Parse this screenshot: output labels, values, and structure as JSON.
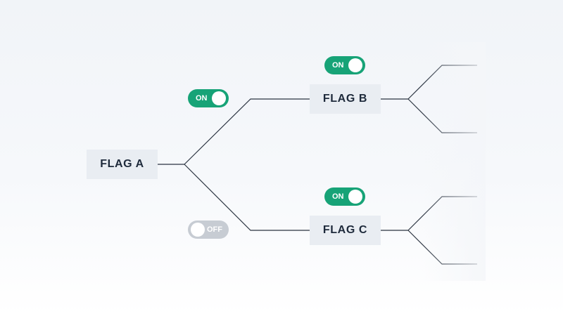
{
  "colors": {
    "toggle_on": "#17a377",
    "toggle_off": "#c7ccd3",
    "node_bg": "#e9edf2",
    "node_text": "#1e2a3b",
    "edge_main": "#2a3340",
    "edge_faint": "#b9c0c8"
  },
  "nodes": {
    "flag_a": "FLAG A",
    "flag_b": "FLAG B",
    "flag_c": "FLAG C"
  },
  "toggles": {
    "flag_a_to_b": {
      "label": "ON",
      "state": "on"
    },
    "flag_a_to_c": {
      "label": "OFF",
      "state": "off"
    },
    "flag_b": {
      "label": "ON",
      "state": "on"
    },
    "flag_c": {
      "label": "ON",
      "state": "on"
    }
  }
}
